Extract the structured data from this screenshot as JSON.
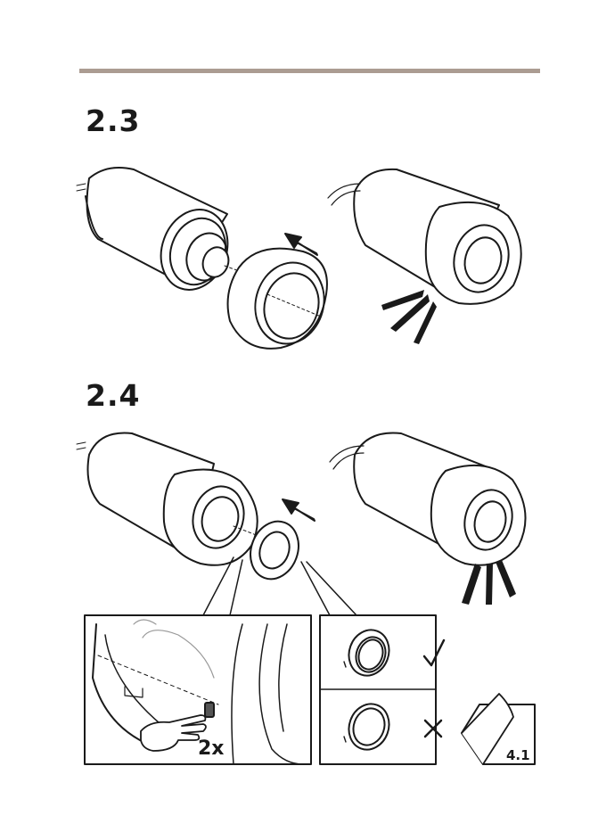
{
  "steps": [
    {
      "number": "2.3"
    },
    {
      "number": "2.4"
    }
  ],
  "detail": {
    "press_count": "2x",
    "page_reference": "4.1"
  },
  "colors": {
    "rule": "#ab9c92",
    "ink": "#1a1a1a"
  },
  "icons": [
    "arrow-icon",
    "check-icon",
    "cross-icon",
    "hand-icon",
    "page-corner-icon"
  ]
}
